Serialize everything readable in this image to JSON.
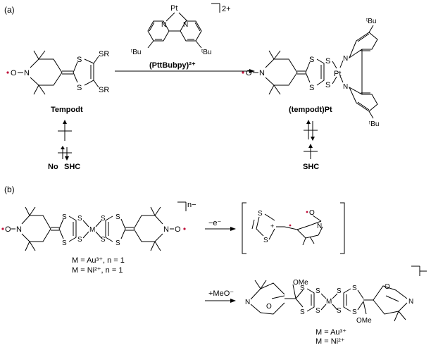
{
  "panels": {
    "a": {
      "tag": "(a)",
      "reagent": {
        "metal": "Pt",
        "charge": "2+",
        "tbu_left": "ᵗBu",
        "tbu_right": "ᵗBu",
        "name": "(PttBubpy)²⁺"
      },
      "left": {
        "o_label": "O",
        "n_label": "N",
        "s1": "S",
        "s2": "S",
        "sr1": "SR",
        "sr2": "SR",
        "name": "Tempodt",
        "note_no": "No",
        "note_shc": "SHC"
      },
      "right": {
        "o_label": "O",
        "n_label": "N",
        "s1": "S",
        "s2": "S",
        "s3": "S",
        "s4": "S",
        "pt": "Pt",
        "bpy_n1": "N",
        "bpy_n2": "N",
        "tbu_top": "ᵗBu",
        "tbu_bottom": "ᵗBu",
        "name": "(tempodt)Pt",
        "note_shc": "SHC"
      }
    },
    "b": {
      "tag": "(b)",
      "complex": {
        "n_left": "N",
        "o_left": "O",
        "n_right": "N",
        "o_right": "O",
        "s": [
          "S",
          "S",
          "S",
          "S",
          "S",
          "S",
          "S",
          "S"
        ],
        "m": "M",
        "charge": "n−",
        "line1": "M = Au³⁺, n = 1",
        "line2": "M = Ni²⁺, n = 1"
      },
      "oxidation": {
        "label": "−e⁻",
        "s1": "S",
        "s2": "S",
        "plus": "+",
        "o": "O",
        "n": "N"
      },
      "addition": {
        "label": "+MeO⁻",
        "ome_top": "OMe",
        "ome_bottom": "OMe",
        "m": "M",
        "n_left": "N",
        "n_right": "N",
        "o_left": "O",
        "o_right": "O",
        "s": [
          "S",
          "S",
          "S",
          "S",
          "S",
          "S",
          "S",
          "S"
        ],
        "line1": "M = Au³⁺",
        "line2": "M = Ni²⁺"
      }
    }
  }
}
